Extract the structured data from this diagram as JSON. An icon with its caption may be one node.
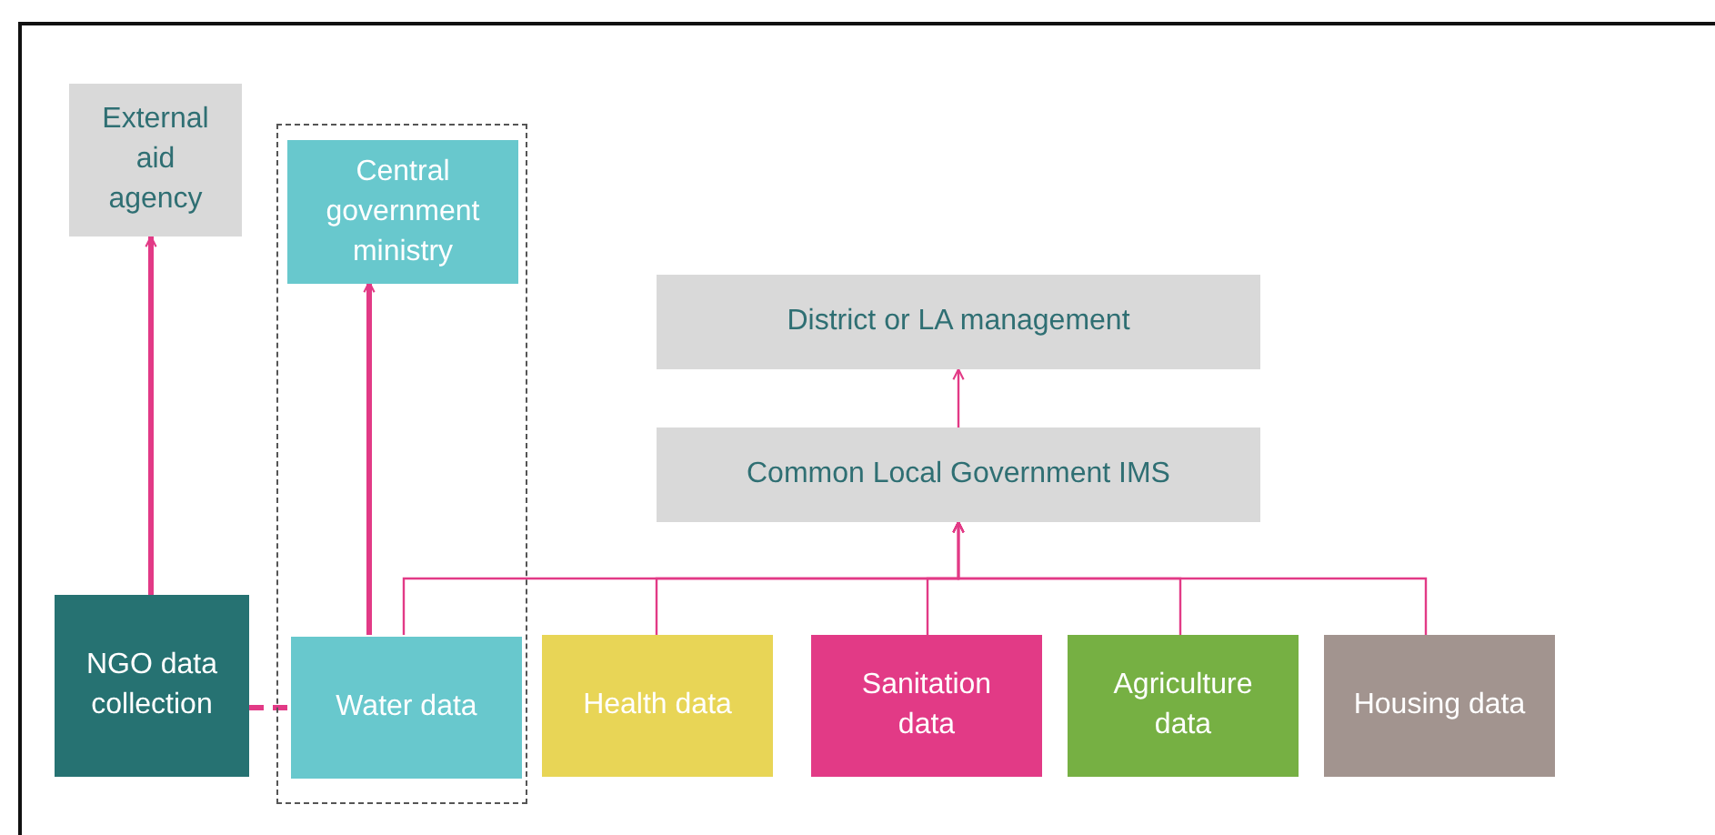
{
  "diagram": {
    "nodes": [
      {
        "text": [
          "External aid agency"
        ]
      },
      {
        "text": [],
        "shape": "box"
      },
      {
        "text": [
          "Central government ministry"
        ],
        "in": 1
      },
      {
        "text": [
          "District or LA management"
        ]
      },
      {
        "text": [
          "Common Local Government IMS"
        ]
      },
      {
        "text": [
          "NGO data collection"
        ]
      },
      {
        "text": [
          "Water data"
        ],
        "in": 1
      },
      {
        "text": [
          "Health data"
        ]
      },
      {
        "text": [
          "Sanitation data"
        ]
      },
      {
        "text": [
          "Agriculture data"
        ]
      },
      {
        "text": [
          "Housing data"
        ]
      }
    ],
    "edges": [
      {
        "from": 5,
        "to": 0,
        "arrow": "to",
        "style": "thick"
      },
      {
        "from": 6,
        "to": 2,
        "arrow": "to",
        "style": "thick"
      },
      {
        "from": 4,
        "to": 3,
        "arrow": "to"
      },
      {
        "from": 6,
        "to": 4,
        "arrow": "to"
      },
      {
        "from": 7,
        "to": 4,
        "arrow": "to"
      },
      {
        "from": 8,
        "to": 4,
        "arrow": "to"
      },
      {
        "from": 9,
        "to": 4,
        "arrow": "to"
      },
      {
        "from": 10,
        "to": 4,
        "arrow": "to"
      },
      {
        "from": 5,
        "to": 6,
        "arrow": "none",
        "style": "dashed"
      }
    ]
  }
}
